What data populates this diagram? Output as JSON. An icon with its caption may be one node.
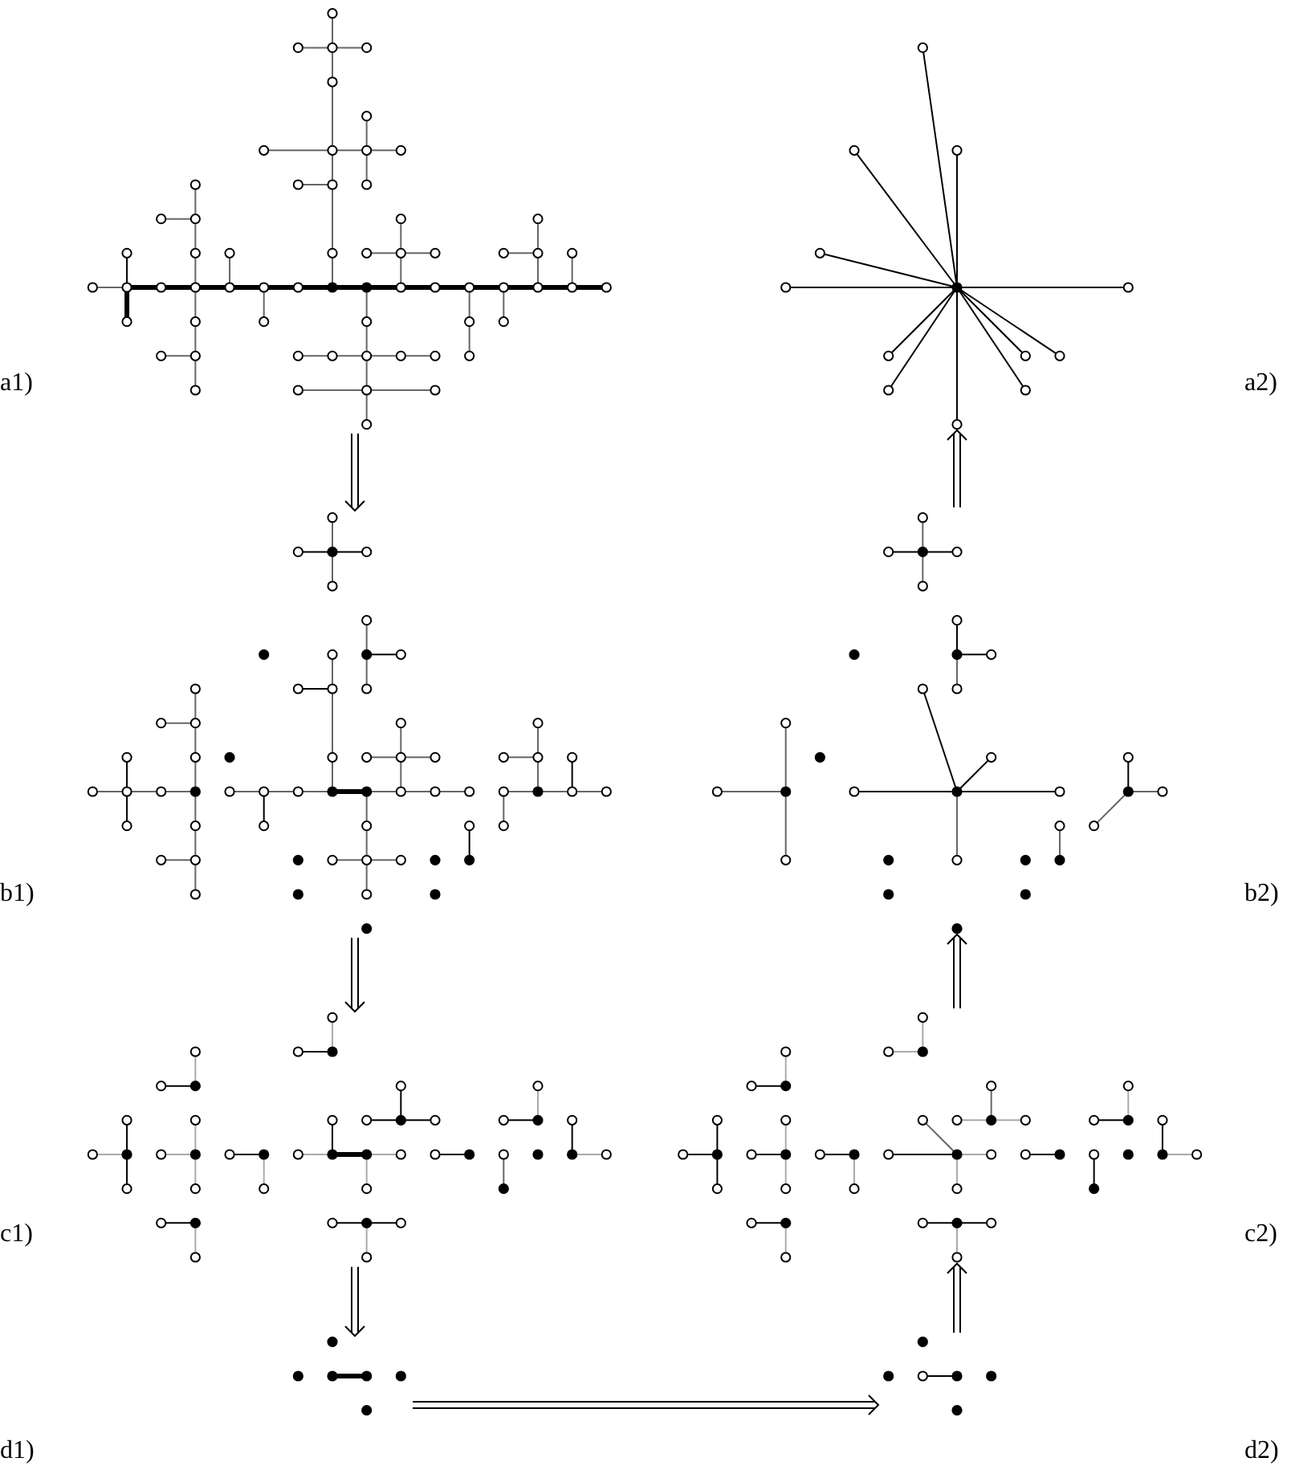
{
  "diagram": {
    "nodes": [
      {
        "text": [],
        "shape": "picture"
      },
      {
        "text": [],
        "shape": "picture"
      },
      {
        "text": [],
        "shape": "picture"
      },
      {
        "text": [],
        "shape": "picture"
      },
      {
        "text": [],
        "shape": "picture"
      },
      {
        "text": [],
        "shape": "picture"
      },
      {
        "text": [],
        "shape": "picture"
      },
      {
        "text": [],
        "shape": "picture"
      }
    ],
    "edges": [
      {
        "from": 0,
        "to": 2,
        "arrow": "to"
      },
      {
        "from": 2,
        "to": 4,
        "arrow": "to"
      },
      {
        "from": 4,
        "to": 6,
        "arrow": "to"
      },
      {
        "from": 6,
        "to": 7,
        "arrow": "to"
      },
      {
        "from": 7,
        "to": 5,
        "arrow": "to"
      },
      {
        "from": 5,
        "to": 3,
        "arrow": "to"
      },
      {
        "from": 3,
        "to": 1,
        "arrow": "to"
      }
    ],
    "labels": [
      "a1)",
      "a2)",
      "b1)",
      "b2)",
      "c1)",
      "c2)",
      "d1)",
      "d2)"
    ]
  }
}
